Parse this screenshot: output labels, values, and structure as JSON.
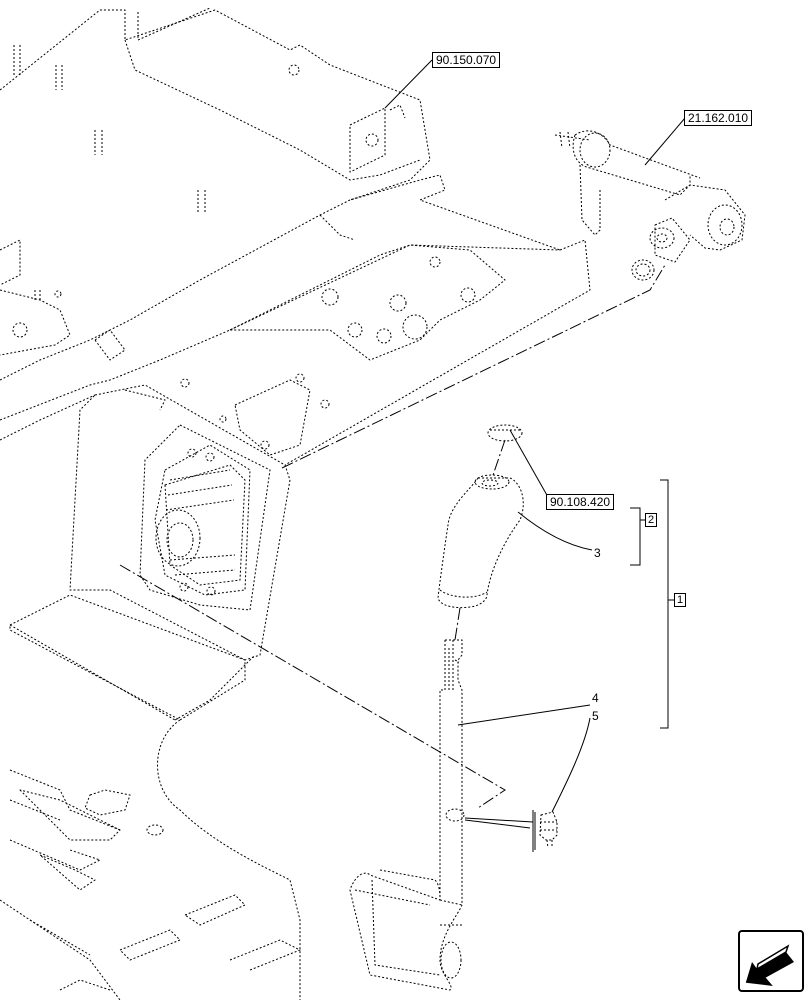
{
  "references": {
    "ref_a": "90.150.070",
    "ref_b": "21.162.010",
    "ref_c": "90.108.420"
  },
  "groups": {
    "group_1": "1",
    "group_2": "2"
  },
  "items": {
    "item_3": "3",
    "item_4": "4",
    "item_5": "5"
  },
  "nav": {
    "icon": "arrow-left-down-icon"
  }
}
